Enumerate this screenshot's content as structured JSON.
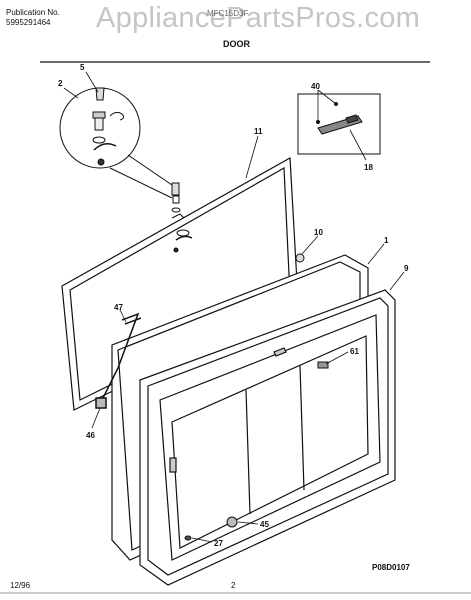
{
  "header": {
    "publication_label": "Publication No.",
    "publication_number": "5995291464",
    "model": "MFC15D3F",
    "section_title": "DOOR",
    "watermark": "AppliancePartsPros.com"
  },
  "footer": {
    "date": "12/96",
    "page": "2",
    "diagram_code": "P08D0107"
  },
  "callouts": {
    "c1": "1",
    "c2": "2",
    "c5": "5",
    "c9": "9",
    "c10": "10",
    "c11": "11",
    "c18": "18",
    "c27": "27",
    "c40": "40",
    "c45": "45",
    "c46": "46",
    "c47": "47",
    "c61": "61"
  }
}
